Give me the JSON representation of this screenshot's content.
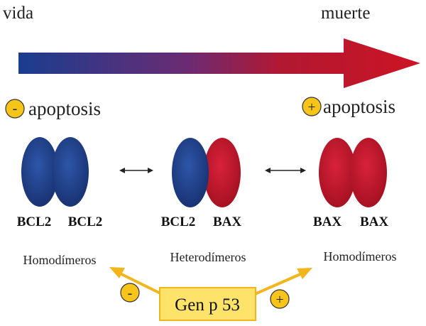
{
  "header": {
    "left_label": "vida",
    "right_label": "muerte"
  },
  "indicators": [
    {
      "sign": "-",
      "label": "apoptosis"
    },
    {
      "sign": "+",
      "label": "apoptosis"
    }
  ],
  "dimers": [
    {
      "left_label": "BCL2",
      "right_label": "BCL2",
      "left_color": "#1f3e8e",
      "right_color": "#1f3e8e",
      "group_label": "Homodímeros"
    },
    {
      "left_label": "BCL2",
      "right_label": "BAX",
      "left_color": "#1f3e8e",
      "right_color": "#c4162a",
      "group_label": "Heterodímeros"
    },
    {
      "left_label": "BAX",
      "right_label": "BAX",
      "left_color": "#c4162a",
      "right_color": "#c4162a",
      "group_label": "Homodímeros"
    }
  ],
  "gene_box": {
    "label": "Gen p 53",
    "left_sign": "-",
    "right_sign": "+"
  },
  "colors": {
    "life_blue": "#1f3e8e",
    "death_red": "#c4162a",
    "arrow_start": "#1a3d8f",
    "arrow_mid": "#7a2a6a",
    "arrow_end": "#cc1424",
    "badge_yellow": "#f7c41a",
    "gene_box_fill": "#fde36a",
    "gene_box_stroke": "#f2b51c"
  }
}
